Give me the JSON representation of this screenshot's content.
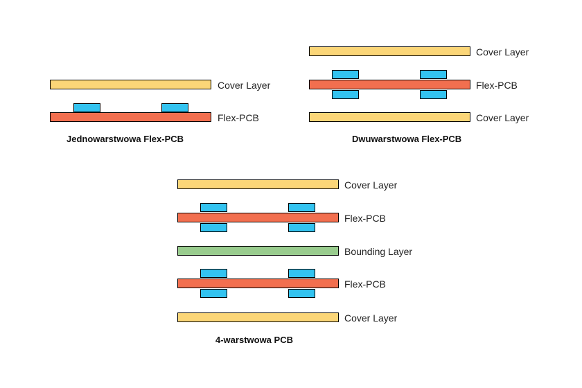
{
  "colors": {
    "cover_layer": "#fbd678",
    "flex_pcb": "#f26f4f",
    "bounding_layer": "#99cc8e",
    "copper_pad": "#33c3f0"
  },
  "single": {
    "caption": "Jednowarstwowa Flex-PCB",
    "labels": {
      "cover": "Cover Layer",
      "flex": "Flex-PCB"
    }
  },
  "double": {
    "caption": "Dwuwarstwowa Flex-PCB",
    "labels": {
      "cover_top": "Cover Layer",
      "flex": "Flex-PCB",
      "cover_bottom": "Cover Layer"
    }
  },
  "four": {
    "caption": "4-warstwowa PCB",
    "labels": {
      "cover_top": "Cover Layer",
      "flex_1": "Flex-PCB",
      "bonding": "Bounding Layer",
      "flex_2": "Flex-PCB",
      "cover_bottom": "Cover Layer"
    }
  }
}
